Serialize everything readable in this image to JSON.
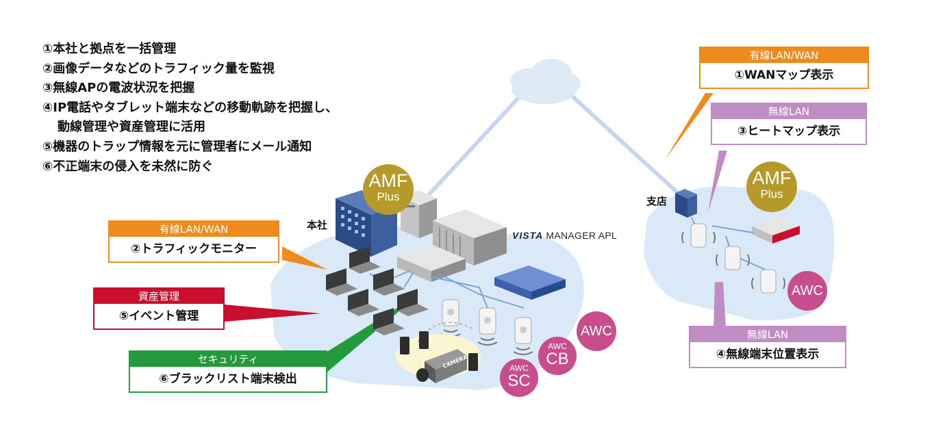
{
  "feature_list": [
    "①本社と拠点を一括管理",
    "②画像データなどのトラフィック量を監視",
    "③無線APの電波状況を把握",
    "④IP電話やタブレット端末などの移動軌跡を把握し、",
    "動線管理や資産管理に活用",
    "⑤機器のトラップ情報を元に管理者にメール通知",
    "⑥不正端末の侵入を未然に防ぐ"
  ],
  "callouts": {
    "wan_map": {
      "header": "有線LAN/WAN",
      "body": "①WANマップ表示"
    },
    "heatmap": {
      "header": "無線LAN",
      "body": "③ヒートマップ表示"
    },
    "traffic": {
      "header": "有線LAN/WAN",
      "body": "②トラフィックモニター"
    },
    "event": {
      "header": "資産管理",
      "body": "⑤イベント管理"
    },
    "blacklist": {
      "header": "セキュリティ",
      "body": "⑥ブラックリスト端末検出"
    },
    "wireless_pos": {
      "header": "無線LAN",
      "body": "④無線端末位置表示"
    }
  },
  "sites": {
    "hq": "本社",
    "branch": "支店"
  },
  "logo": {
    "brand": "VISTA",
    "rest": "MANAGER APL"
  },
  "badges": {
    "amf_hq": {
      "line1": "AMF",
      "line2": "Plus"
    },
    "amf_branch": {
      "line1": "AMF",
      "line2": "Plus"
    },
    "awc_hq": "AWC",
    "awc_cb": {
      "line1": "AWC",
      "line2": "CB"
    },
    "awc_sc": {
      "line1": "AWC",
      "line2": "SC"
    },
    "awc_branch": "AWC"
  },
  "camera_label": "CAMERA",
  "colors": {
    "orange": "#ef8a1d",
    "purple": "#bf8cc3",
    "red": "#c8102e",
    "green": "#239b3c",
    "floor": "#d9e9f7",
    "cloud": "#dde9f5",
    "amf": "#b59a2a",
    "awc": "#c94d8d"
  }
}
